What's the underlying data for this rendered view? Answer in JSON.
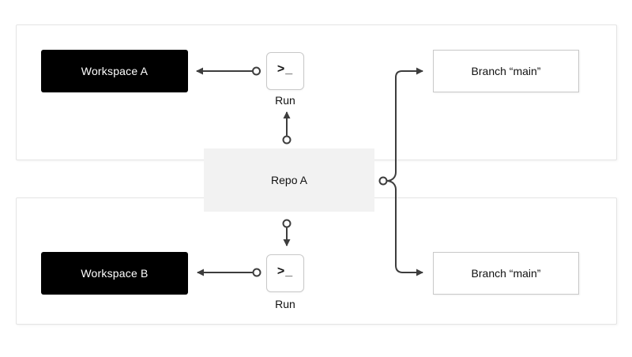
{
  "colors": {
    "background": "#ffffff",
    "panel_border": "#e4e4e4",
    "node_border": "#c8c8c8",
    "repo_fill": "#f2f2f2",
    "workspace_fill": "#000000",
    "workspace_text": "#ffffff",
    "connector": "#3d3d3d",
    "text": "#111111"
  },
  "repo": {
    "label": "Repo A"
  },
  "top_group": {
    "workspace": {
      "label": "Workspace A"
    },
    "terminal": {
      "icon_glyph": ">_",
      "label": "Run"
    },
    "branch": {
      "label": "Branch “main”"
    }
  },
  "bottom_group": {
    "workspace": {
      "label": "Workspace B"
    },
    "terminal": {
      "icon_glyph": ">_",
      "label": "Run"
    },
    "branch": {
      "label": "Branch “main”"
    }
  }
}
